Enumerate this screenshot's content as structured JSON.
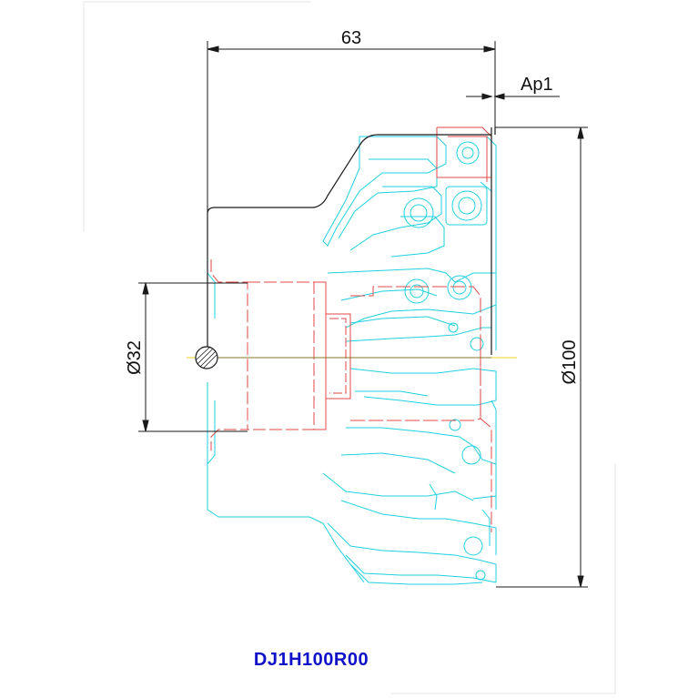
{
  "drawing": {
    "model_code": "DJ1H100R00",
    "dimensions": {
      "overall_length": "63",
      "axial_depth": "Ap1",
      "bore_diameter": "Ø32",
      "cutting_diameter": "Ø100"
    },
    "colors": {
      "outline": "#1a1a1a",
      "insert_pockets": "#22cfe0",
      "hidden_lines": "#e04848",
      "centerline": "#e8d020",
      "model_code": "#1010c8"
    }
  }
}
